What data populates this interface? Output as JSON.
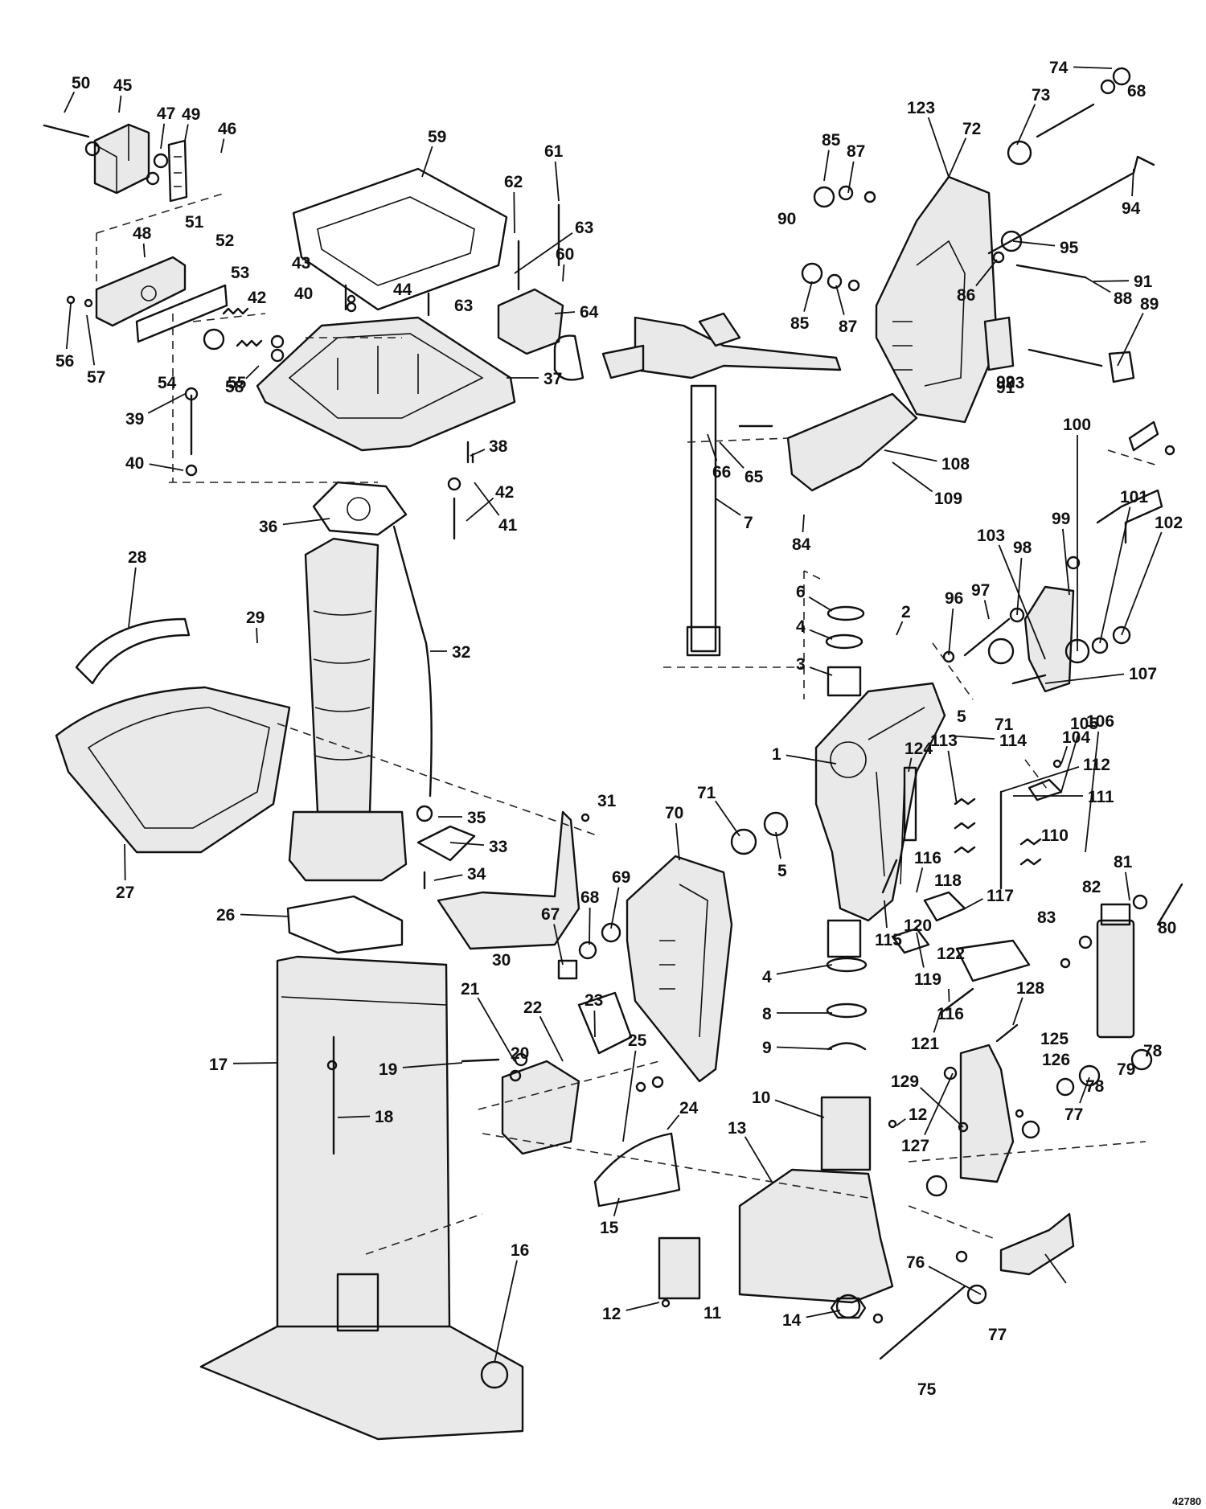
{
  "figure_ref": "42780",
  "labels": [
    "1",
    "2",
    "3",
    "4",
    "4",
    "5",
    "5",
    "6",
    "7",
    "8",
    "9",
    "10",
    "11",
    "12",
    "12",
    "13",
    "14",
    "15",
    "16",
    "17",
    "18",
    "19",
    "20",
    "21",
    "22",
    "23",
    "24",
    "25",
    "26",
    "27",
    "28",
    "29",
    "30",
    "31",
    "32",
    "33",
    "34",
    "35",
    "36",
    "37",
    "38",
    "39",
    "40",
    "40",
    "41",
    "42",
    "42",
    "43",
    "44",
    "45",
    "46",
    "47",
    "48",
    "49",
    "50",
    "51",
    "52",
    "53",
    "54",
    "55",
    "56",
    "57",
    "58",
    "59",
    "60",
    "61",
    "62",
    "63",
    "63",
    "64",
    "65",
    "66",
    "67",
    "68",
    "68",
    "69",
    "70",
    "71",
    "71",
    "72",
    "73",
    "74",
    "75",
    "76",
    "77",
    "77",
    "78",
    "78",
    "79",
    "80",
    "81",
    "82",
    "83",
    "84",
    "85",
    "85",
    "86",
    "87",
    "87",
    "88",
    "89",
    "90",
    "91",
    "91",
    "92",
    "93",
    "94",
    "95",
    "96",
    "97",
    "98",
    "99",
    "100",
    "101",
    "102",
    "103",
    "104",
    "105",
    "106",
    "107",
    "108",
    "109",
    "110",
    "111",
    "112",
    "113",
    "114",
    "115",
    "116",
    "116",
    "117",
    "118",
    "119",
    "120",
    "121",
    "122",
    "123",
    "124",
    "125",
    "126",
    "127",
    "128",
    "129"
  ]
}
